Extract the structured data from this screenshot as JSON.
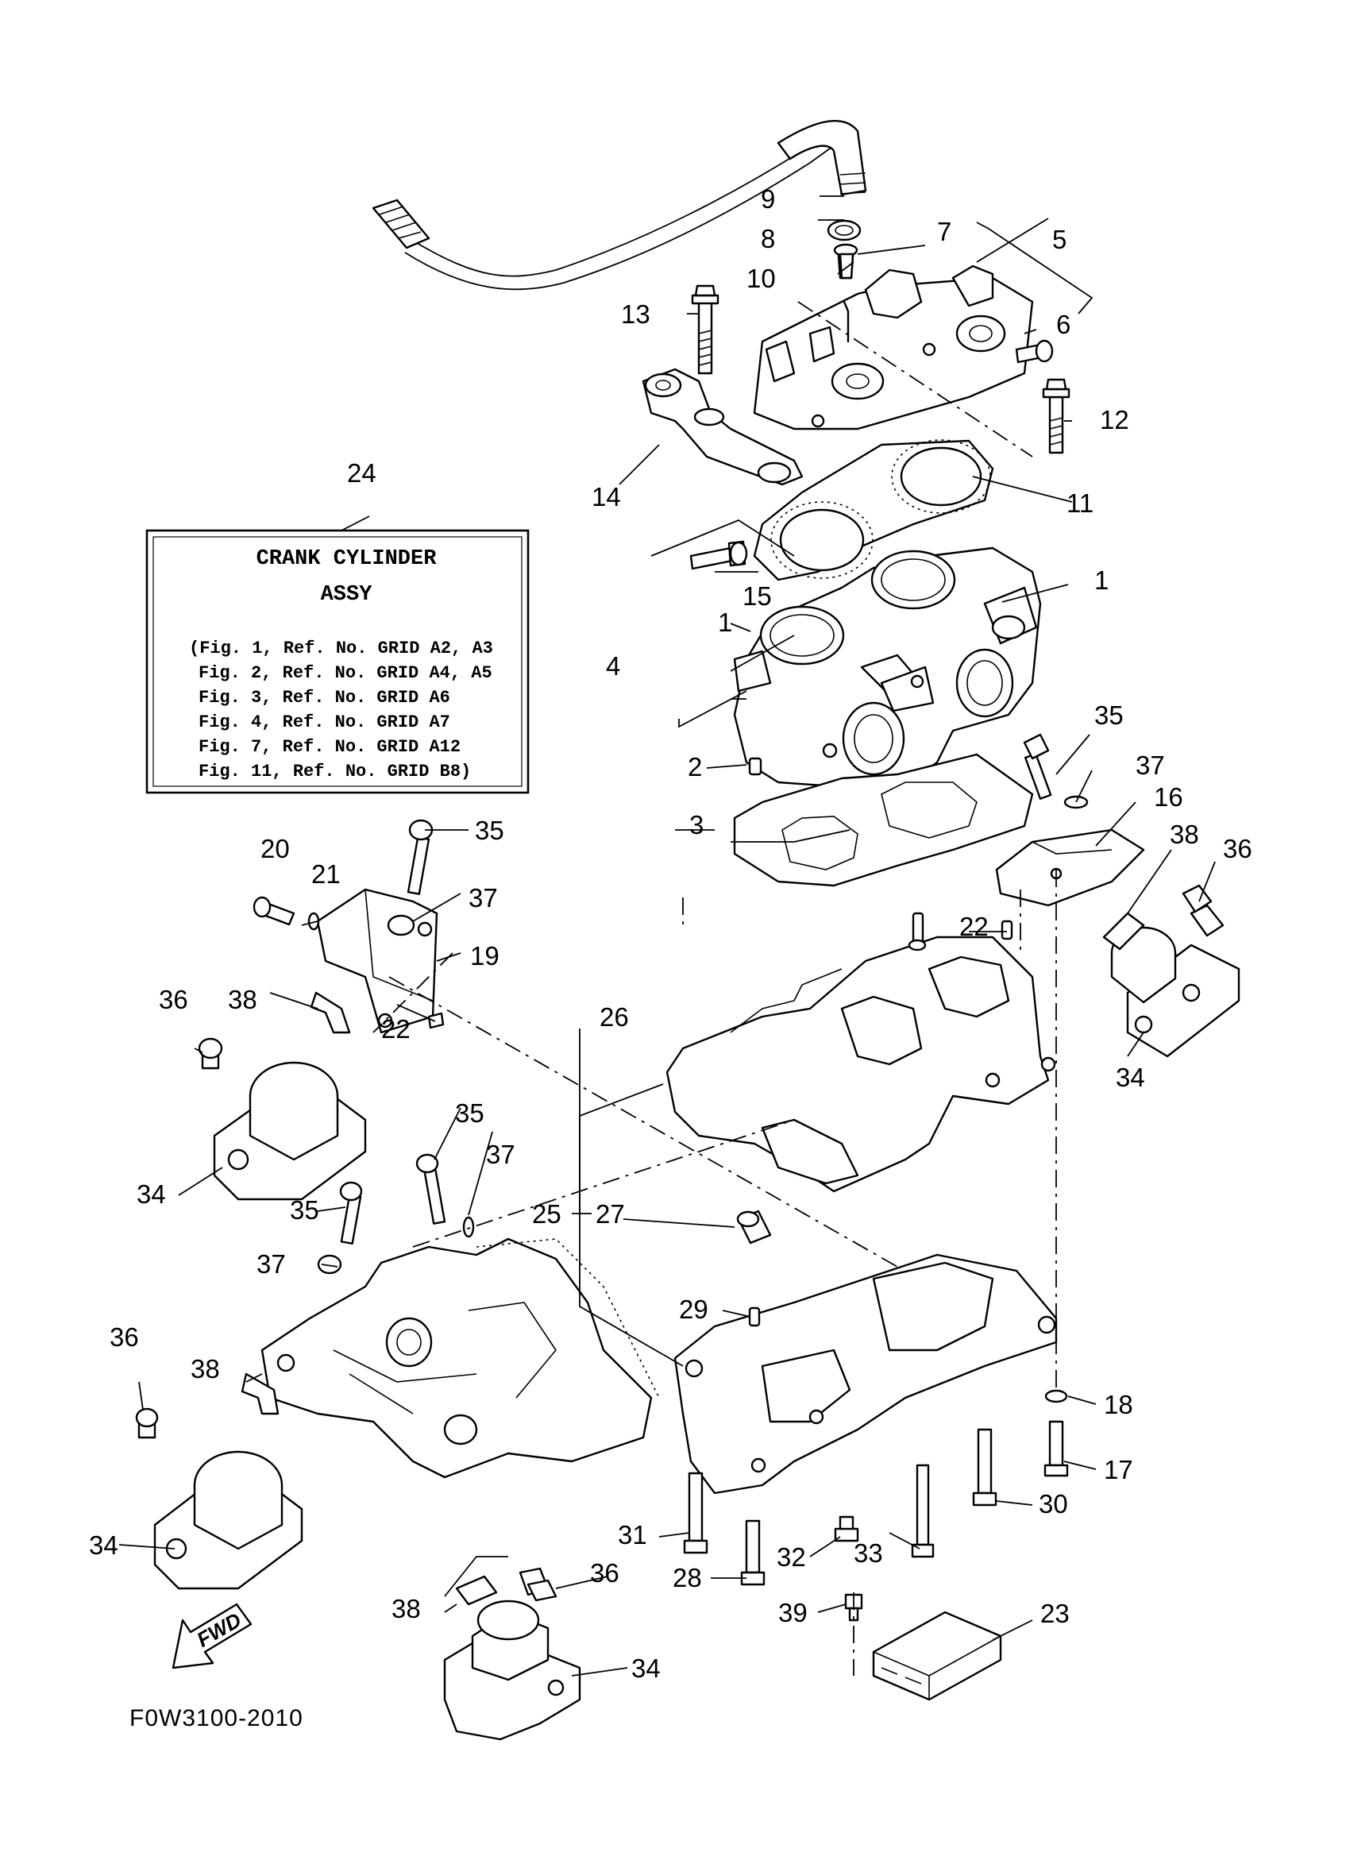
{
  "note_box": {
    "title_line1": "CRANK CYLINDER",
    "title_line2": "ASSY",
    "lines": [
      "(Fig. 1, Ref. No. GRID A2, A3",
      "Fig. 2, Ref. No. GRID A4, A5",
      "Fig. 3, Ref. No. GRID A6",
      "Fig. 4, Ref. No. GRID A7",
      "Fig. 7, Ref. No. GRID A12",
      "Fig. 11, Ref. No. GRID B8)"
    ]
  },
  "fwd_label": "FWD",
  "figure_code": "F0W3100-2010",
  "callouts": {
    "c1a": "1",
    "c1b": "1",
    "c2": "2",
    "c3": "3",
    "c4": "4",
    "c5": "5",
    "c6": "6",
    "c7": "7",
    "c8": "8",
    "c9": "9",
    "c10": "10",
    "c11": "11",
    "c12": "12",
    "c13": "13",
    "c14": "14",
    "c15": "15",
    "c16": "16",
    "c17": "17",
    "c18": "18",
    "c19": "19",
    "c20": "20",
    "c21": "21",
    "c22a": "22",
    "c22b": "22",
    "c23": "23",
    "c24": "24",
    "c25": "25",
    "c26": "26",
    "c27": "27",
    "c28": "28",
    "c29": "29",
    "c30": "30",
    "c31": "31",
    "c32": "32",
    "c33": "33",
    "c34a": "34",
    "c34b": "34",
    "c34c": "34",
    "c34d": "34",
    "c35a": "35",
    "c35b": "35",
    "c35c": "35",
    "c35d": "35",
    "c36a": "36",
    "c36b": "36",
    "c36c": "36",
    "c36d": "36",
    "c37a": "37",
    "c37b": "37",
    "c37c": "37",
    "c37d": "37",
    "c38a": "38",
    "c38b": "38",
    "c38c": "38",
    "c38d": "38",
    "c39": "39"
  }
}
